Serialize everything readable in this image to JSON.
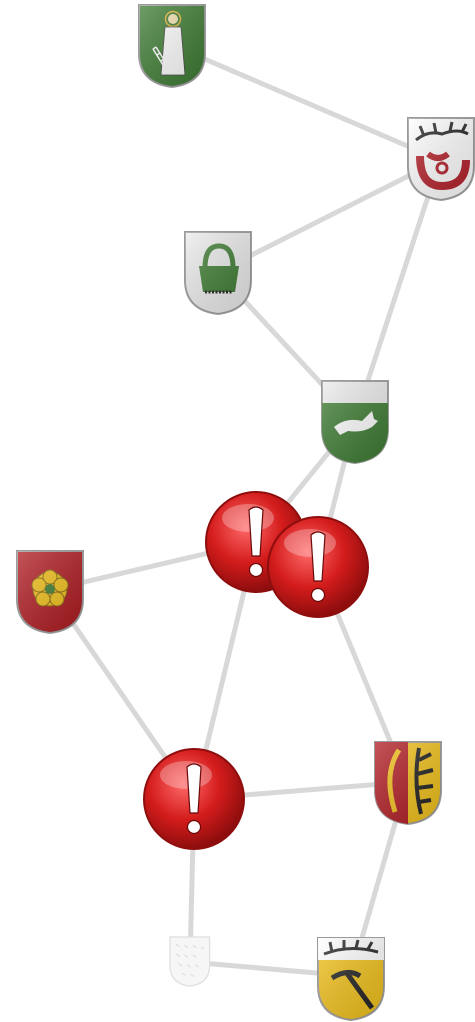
{
  "graph": {
    "nodes": [
      {
        "id": "n1",
        "kind": "crest",
        "icon": "crest-saint-with-ladder-icon",
        "colors": {
          "field": "#3f7d34",
          "charge": "#ffffff"
        }
      },
      {
        "id": "n2",
        "kind": "crest",
        "icon": "crest-antler-and-hunting-horn-icon",
        "colors": {
          "field": "#ffffff",
          "charge": "#b4202a"
        }
      },
      {
        "id": "n3",
        "kind": "crest",
        "icon": "crest-green-bucket-icon",
        "colors": {
          "field": "#ececec",
          "charge": "#3f7d34"
        }
      },
      {
        "id": "n4",
        "kind": "crest",
        "icon": "crest-running-hare-icon",
        "colors": {
          "field": "#3f7d34",
          "chief": "#ececec"
        }
      },
      {
        "id": "n5",
        "kind": "alert",
        "icon": "alert-exclamation-icon",
        "colors": {
          "fill": "#cc1a1a"
        }
      },
      {
        "id": "n6",
        "kind": "alert",
        "icon": "alert-exclamation-icon",
        "colors": {
          "fill": "#cc1a1a"
        }
      },
      {
        "id": "n7",
        "kind": "crest",
        "icon": "crest-golden-rose-icon",
        "colors": {
          "field": "#b01c22",
          "charge": "#f2c21b"
        }
      },
      {
        "id": "n8",
        "kind": "alert",
        "icon": "alert-exclamation-icon",
        "colors": {
          "fill": "#cc1a1a"
        }
      },
      {
        "id": "n9",
        "kind": "crest",
        "icon": "crest-feather-and-antler-icon",
        "colors": {
          "field_left": "#b01c22",
          "field_right": "#f2c21b"
        }
      },
      {
        "id": "n10",
        "kind": "crest",
        "icon": "crest-faded-white-icon",
        "colors": {
          "field": "#f6f6f6"
        }
      },
      {
        "id": "n11",
        "kind": "crest",
        "icon": "crest-antler-and-pickaxe-icon",
        "colors": {
          "field": "#f2c21b",
          "chief": "#222222"
        }
      }
    ],
    "edges": [
      [
        "n1",
        "n2"
      ],
      [
        "n2",
        "n3"
      ],
      [
        "n2",
        "n4"
      ],
      [
        "n3",
        "n4"
      ],
      [
        "n4",
        "n5"
      ],
      [
        "n4",
        "n6"
      ],
      [
        "n5",
        "n7"
      ],
      [
        "n5",
        "n8"
      ],
      [
        "n6",
        "n9"
      ],
      [
        "n7",
        "n8"
      ],
      [
        "n8",
        "n9"
      ],
      [
        "n8",
        "n10"
      ],
      [
        "n9",
        "n11"
      ],
      [
        "n10",
        "n11"
      ]
    ],
    "edge_color": "#d8d8d8"
  }
}
